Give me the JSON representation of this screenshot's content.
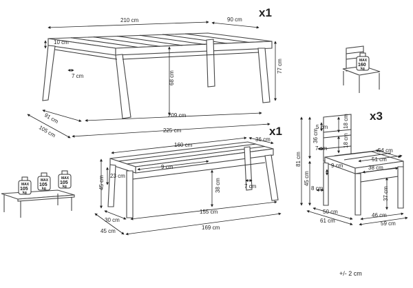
{
  "table": {
    "qty": "x1",
    "length": "210 cm",
    "width": "90 cm",
    "top_thickness": "10 cm",
    "leg_width": "7 cm",
    "clearance": "68 cm",
    "height": "77 cm",
    "inner_length": "209 cm",
    "total_length": "225 cm",
    "depth_inner": "91 cm",
    "depth_total": "105 cm"
  },
  "bench": {
    "qty": "x1",
    "length": "160 cm",
    "width": "36 cm",
    "top_thickness": "9 cm",
    "apron": "23 cm",
    "leg_width": "7 cm",
    "clearance": "38 cm",
    "height": "45 cm",
    "inner_length": "155 cm",
    "total_length": "169 cm",
    "depth_inner": "30 cm",
    "depth_total": "45 cm",
    "loads": [
      {
        "max": "MAX",
        "value": "105",
        "unit": "kg"
      },
      {
        "max": "MAX",
        "value": "105",
        "unit": "kg"
      },
      {
        "max": "MAX",
        "value": "105",
        "unit": "kg"
      }
    ]
  },
  "chair": {
    "qty": "x3",
    "load": {
      "max": "MAX",
      "value": "160",
      "unit": "kg"
    },
    "slat_gap": "5 cm",
    "slat_top": "18 cm",
    "slat_bottom": "18 cm",
    "back_height": "36 cm",
    "total_height": "81 cm",
    "seat_height": "45 cm",
    "post_width": "7 cm",
    "seat_thickness": "9 cm",
    "seat_depth": "54 cm",
    "seat_width": "51 cm",
    "inner_width": "38 cm",
    "leg_clearance": "37 cm",
    "leg_width": "8 cm",
    "inner_depth": "50 cm",
    "outer_width": "46 cm",
    "total_depth": "61 cm",
    "total_width": "59 cm"
  },
  "tolerance": "+/- 2 cm"
}
